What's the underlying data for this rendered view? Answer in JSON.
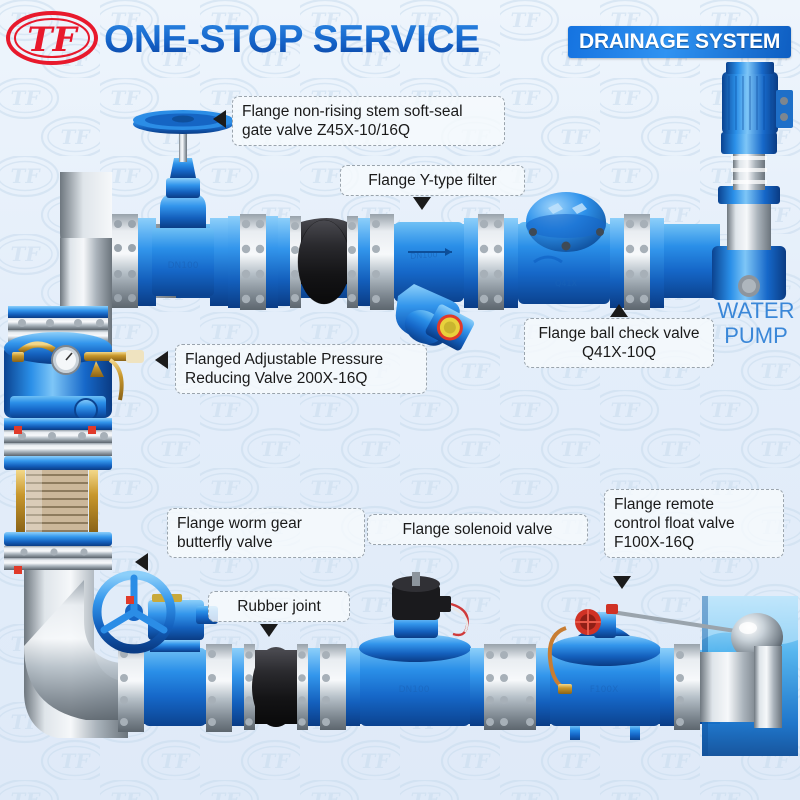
{
  "header": {
    "logo_text": "TF",
    "title": "ONE-STOP SERVICE",
    "badge": "DRAINAGE SYSTEM",
    "title_color": "#1463c8",
    "badge_color": "#1573e0",
    "logo_color": "#e8192c"
  },
  "labels": {
    "gate_valve": "Flange non-rising stem soft-seal\ngate valve Z45X-10/16Q",
    "y_filter": "Flange Y-type filter",
    "ball_check": "Flange ball check valve\nQ41X-10Q",
    "pressure_reducing": "Flanged Adjustable Pressure\nReducing Valve 200X-16Q",
    "butterfly": "Flange worm gear\nbutterfly valve",
    "solenoid": "Flange solenoid valve",
    "float": "Flange remote\ncontrol float valve\nF100X-16Q",
    "rubber_joint": "Rubber joint",
    "water_pump": "WATER\nPUMP"
  },
  "diagram": {
    "components": [
      "stainless-elbow",
      "gate-valve",
      "rubber-joint",
      "y-type-filter",
      "ball-check-valve",
      "water-pump",
      "pressure-reducing-valve",
      "bellows-expansion-joint",
      "butterfly-valve",
      "solenoid-valve",
      "float-valve",
      "water-tank"
    ],
    "body_color": "#1f7ede",
    "body_dark": "#0e4f9c",
    "steel_color": "#b9c2c9",
    "rubber_color": "#232326",
    "water_color": "#2aa2e8"
  }
}
